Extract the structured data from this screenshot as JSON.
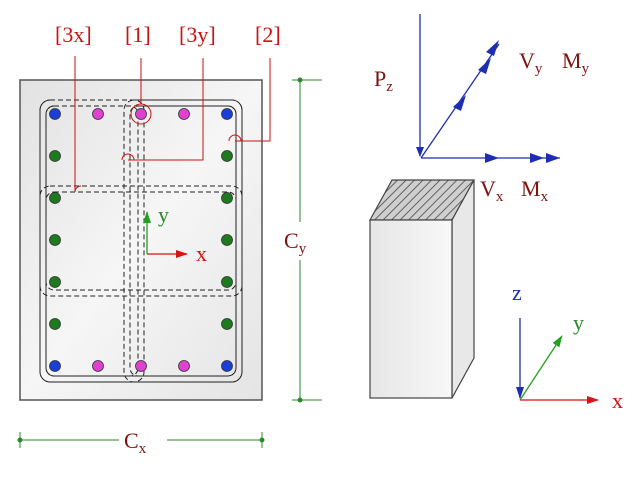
{
  "labels": {
    "bar_3x": "[3x]",
    "bar_1": "[1]",
    "bar_3y": "[3y]",
    "bar_2": "[2]",
    "dim_cx_main": "C",
    "dim_cx_sub": "x",
    "dim_cy_main": "C",
    "dim_cy_sub": "y",
    "local_x": "x",
    "local_y": "y",
    "pz_main": "P",
    "pz_sub": "z",
    "vy_main": "V",
    "vy_sub": "y",
    "my_main": "M",
    "my_sub": "y",
    "vx_main": "V",
    "vx_sub": "x",
    "mx_main": "M",
    "mx_sub": "x",
    "global_x": "x",
    "global_y": "y",
    "global_z": "z"
  },
  "colors": {
    "label_red": "#cc1111",
    "label_dark": "#7a1410",
    "corner_bar": "#1a3fd6",
    "side_bar": "#1e7a1e",
    "edge_bar": "#e040d0",
    "force_arrow": "#1d2fb0",
    "section_fill": "#ececec"
  }
}
